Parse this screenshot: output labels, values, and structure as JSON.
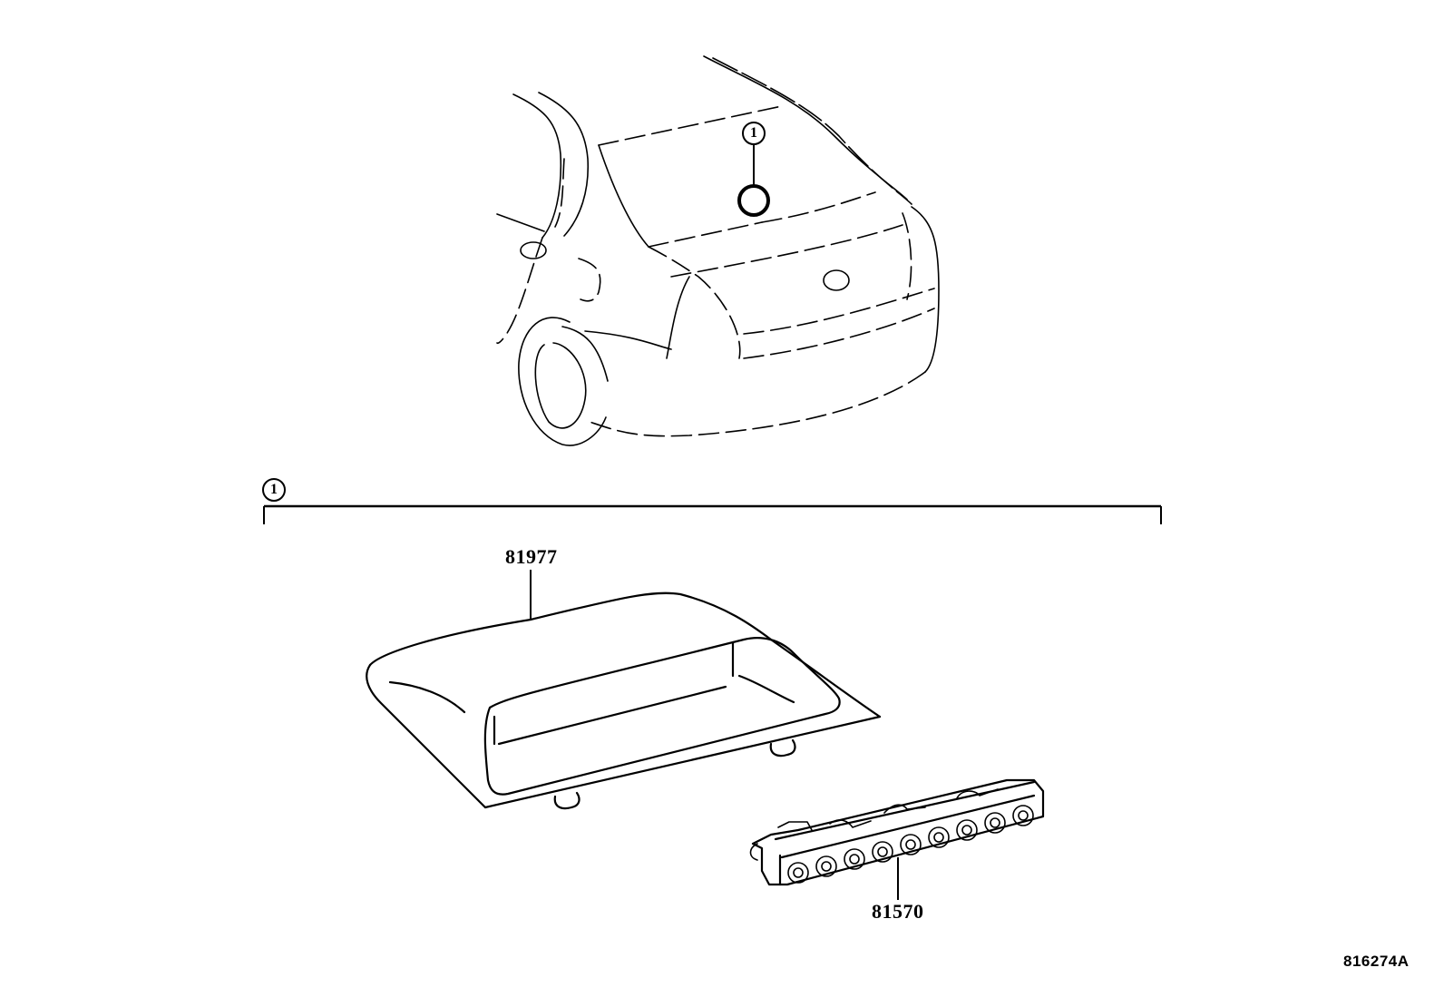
{
  "diagram": {
    "type": "exploded-parts-diagram",
    "subject": "rear high-mount stop lamp",
    "vehicle_view": {
      "callout": "1",
      "description": "rear three-quarter view of sedan with location marker on rear window"
    },
    "group_bracket": {
      "callout": "1"
    },
    "parts": [
      {
        "number": "81977",
        "name": "lamp cover"
      },
      {
        "number": "81570",
        "name": "LED lamp assembly"
      }
    ],
    "reference_code": "816274A"
  }
}
